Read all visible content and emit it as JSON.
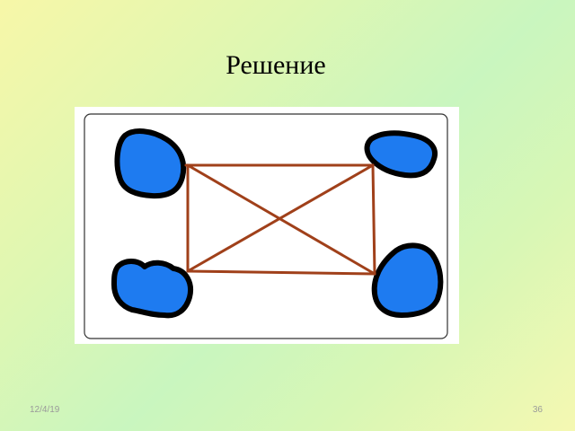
{
  "slide": {
    "title": "Решение",
    "footer_date": "12/4/19",
    "page_number": "36"
  },
  "colors": {
    "water": "#1e7bf0",
    "water_outline": "#000000",
    "bridge_line": "#a0401a",
    "frame_border": "#333333",
    "background_start": "#f7f7a8",
    "background_mid": "#c9f6bf"
  },
  "figure": {
    "lakes": [
      "top-left",
      "top-right",
      "bottom-left",
      "bottom-right"
    ],
    "lines": [
      "top-edge",
      "bottom-edge",
      "left-edge",
      "right-edge",
      "diagonal-1",
      "diagonal-2"
    ]
  }
}
